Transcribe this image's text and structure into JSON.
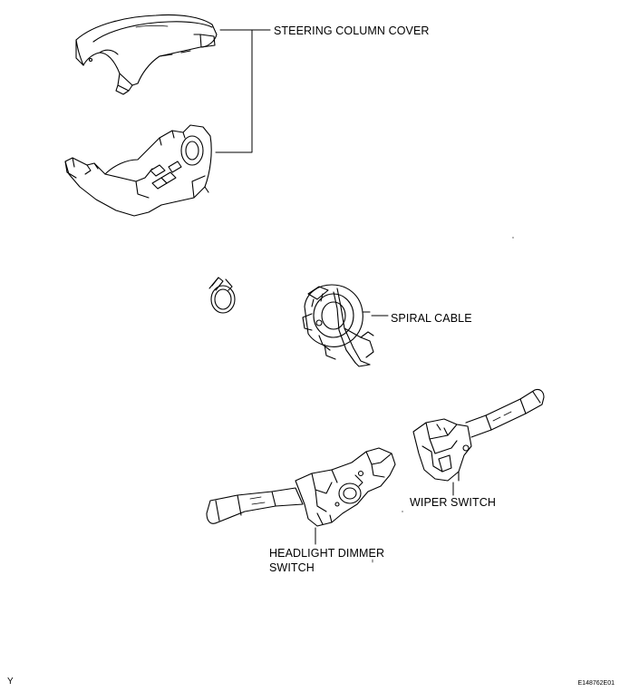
{
  "labels": {
    "steering_column_cover": "STEERING COLUMN COVER",
    "spiral_cable": "SPIRAL CABLE",
    "wiper_switch": "WIPER SWITCH",
    "headlight_dimmer_switch_line1": "HEADLIGHT DIMMER",
    "headlight_dimmer_switch_line2": "SWITCH"
  },
  "corner": {
    "left": "Y",
    "right": "E148762E01"
  },
  "colors": {
    "line": "#000000",
    "shade": "#d9d9d9",
    "background": "#ffffff"
  }
}
